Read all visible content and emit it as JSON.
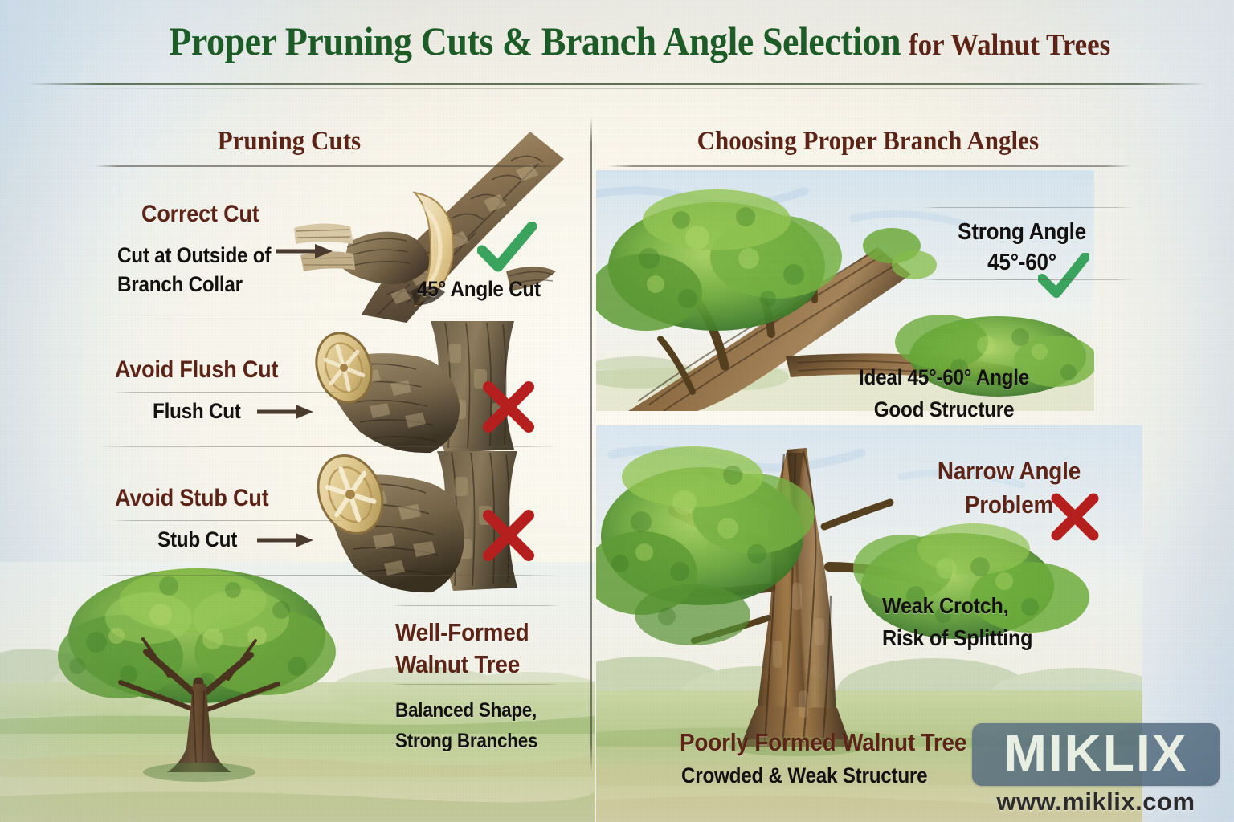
{
  "header": {
    "title_main": "Proper Pruning Cuts & Branch Angle Selection",
    "title_sub": "for Walnut Trees"
  },
  "colors": {
    "title_green": "#1d5c26",
    "heading_brown": "#5c2416",
    "body_black": "#141210",
    "check_green": "#3aa35e",
    "cross_red": "#b5201f",
    "arrow_brown": "#4a3b2e",
    "paper_cream": "#f7f4ea",
    "sky_blue": "#cfe0ee",
    "watermark_box": "#566e82"
  },
  "left_column": {
    "heading": "Pruning Cuts",
    "sections": [
      {
        "label": "Correct Cut",
        "callout": "Cut at Outside of\nBranch Collar",
        "callout_line1": "Cut at Outside of",
        "callout_line2": "Branch Collar",
        "caption": "45° Angle Cut",
        "mark": "check",
        "mark_icon": "green-check-icon",
        "illustration": "branch-collar-correct-cut"
      },
      {
        "label": "Avoid Flush Cut",
        "callout_line1": "Flush Cut",
        "callout_line2": "",
        "caption": "",
        "mark": "cross",
        "mark_icon": "red-cross-icon",
        "illustration": "flush-cut-stump"
      },
      {
        "label": "Avoid Stub Cut",
        "callout_line1": "Stub Cut",
        "callout_line2": "",
        "caption": "",
        "mark": "cross",
        "mark_icon": "red-cross-icon",
        "illustration": "stub-cut-stump"
      },
      {
        "label_line1": "Well-Formed",
        "label_line2": "Walnut Tree",
        "caption_line1": "Balanced Shape,",
        "caption_line2": "Strong Branches",
        "mark": "none",
        "illustration": "well-formed-walnut-tree"
      }
    ]
  },
  "right_column": {
    "heading": "Choosing Proper Branch Angles",
    "sections": [
      {
        "label_line1": "Strong Angle",
        "label_line2": "45°-60°",
        "caption_line1": "Ideal 45°-60° Angle",
        "caption_line2": "Good Structure",
        "mark": "check",
        "mark_icon": "green-check-icon",
        "illustration": "wide-angle-branch-union"
      },
      {
        "label_line1": "Narrow Angle",
        "label_line2": "Problem",
        "caption_line1": "Weak Crotch,",
        "caption_line2": "Risk of Splitting",
        "footer_line1": "Poorly Formed Walnut Tree",
        "footer_line2": "Crowded & Weak Structure",
        "mark": "cross",
        "mark_icon": "red-cross-icon",
        "illustration": "narrow-crotch-walnut-tree"
      }
    ]
  },
  "watermark": {
    "brand": "MIKLIX",
    "url": "www.miklix.com"
  }
}
